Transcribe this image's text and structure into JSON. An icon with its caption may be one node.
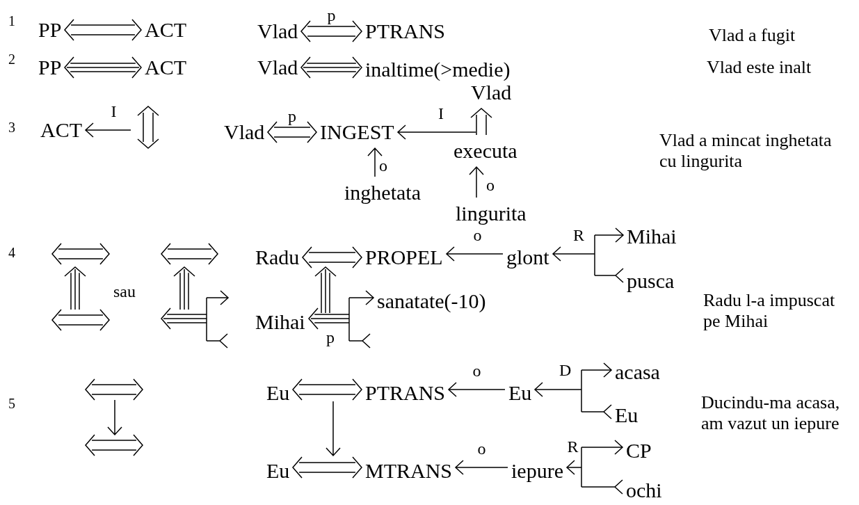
{
  "diagram": {
    "nodes": [
      {
        "text": [
          "PP"
        ]
      },
      {
        "text": [
          "ACT"
        ]
      },
      {
        "text": [
          "PP"
        ]
      },
      {
        "text": [
          "ACT"
        ]
      },
      {
        "text": [
          "ACT"
        ]
      },
      {
        "text": [
          "Vlad"
        ]
      },
      {
        "text": [
          "PTRANS"
        ]
      },
      {
        "text": [
          "Vlad"
        ]
      },
      {
        "text": [
          "inaltime(>medie)"
        ]
      },
      {
        "text": [
          "Vlad"
        ]
      },
      {
        "text": [
          "INGEST"
        ]
      },
      {
        "text": [
          "Vlad"
        ]
      },
      {
        "text": [
          "executa"
        ]
      },
      {
        "text": [
          "inghetata"
        ]
      },
      {
        "text": [
          "lingurita"
        ]
      },
      {
        "text": [
          "Radu"
        ]
      },
      {
        "text": [
          "PROPEL"
        ]
      },
      {
        "text": [
          "glont"
        ]
      },
      {
        "text": [
          "Mihai"
        ]
      },
      {
        "text": [
          "pusca"
        ]
      },
      {
        "text": [
          "Mihai"
        ]
      },
      {
        "text": [
          "sanatate(-10)"
        ]
      },
      {
        "text": [
          "Eu"
        ]
      },
      {
        "text": [
          "PTRANS"
        ]
      },
      {
        "text": [
          "Eu"
        ]
      },
      {
        "text": [
          "acasa"
        ]
      },
      {
        "text": [
          "Eu"
        ]
      },
      {
        "text": [
          "Eu"
        ]
      },
      {
        "text": [
          "MTRANS"
        ]
      },
      {
        "text": [
          "iepure"
        ]
      },
      {
        "text": [
          "CP"
        ]
      },
      {
        "text": [
          "ochi"
        ]
      }
    ],
    "edges": [
      {
        "from": 0,
        "to": 1,
        "arrow": "both"
      },
      {
        "from": 2,
        "to": 3,
        "arrow": "both"
      },
      {
        "from": null,
        "to": 4,
        "arrow": "to",
        "label": "I"
      },
      {
        "from": 5,
        "to": 6,
        "arrow": "both",
        "label": "p"
      },
      {
        "from": 7,
        "to": 8,
        "arrow": "both"
      },
      {
        "from": 9,
        "to": 10,
        "arrow": "both",
        "label": "p"
      },
      {
        "from": 12,
        "to": 10,
        "arrow": "to",
        "label": "I"
      },
      {
        "from": 12,
        "to": 11,
        "arrow": "to"
      },
      {
        "from": 13,
        "to": 10,
        "arrow": "to",
        "label": "o"
      },
      {
        "from": 14,
        "to": 12,
        "arrow": "to",
        "label": "o"
      },
      {
        "from": 15,
        "to": 16,
        "arrow": "both"
      },
      {
        "from": 17,
        "to": 16,
        "arrow": "to",
        "label": "o"
      },
      {
        "from": null,
        "to": 17,
        "arrow": "to",
        "label": "R"
      },
      {
        "from": null,
        "to": 18,
        "arrow": "to"
      },
      {
        "from": null,
        "to": 19,
        "arrow": "other"
      },
      {
        "from": null,
        "to": 20,
        "arrow": "to",
        "label": "p"
      },
      {
        "from": null,
        "to": 21,
        "arrow": "to"
      },
      {
        "from": 22,
        "to": 23,
        "arrow": "both"
      },
      {
        "from": 24,
        "to": 23,
        "arrow": "to",
        "label": "o"
      },
      {
        "from": null,
        "to": 24,
        "arrow": "to",
        "label": "D"
      },
      {
        "from": null,
        "to": 25,
        "arrow": "to"
      },
      {
        "from": null,
        "to": 26,
        "arrow": "other"
      },
      {
        "from": 27,
        "to": 28,
        "arrow": "both"
      },
      {
        "from": 29,
        "to": 28,
        "arrow": "to",
        "label": "o"
      },
      {
        "from": null,
        "to": 29,
        "arrow": "to",
        "label": "R"
      },
      {
        "from": null,
        "to": 30,
        "arrow": "to"
      },
      {
        "from": null,
        "to": 31,
        "arrow": "other"
      }
    ],
    "labels": [
      "1",
      "Vlad a fugit",
      "2",
      "Vlad este inalt",
      "3",
      "Vlad a mincat inghetata cu lingurita",
      "4",
      "sau",
      "Radu l-a impuscat pe Mihai",
      "5",
      "Ducindu-ma acasa, am vazut un iepure"
    ]
  }
}
